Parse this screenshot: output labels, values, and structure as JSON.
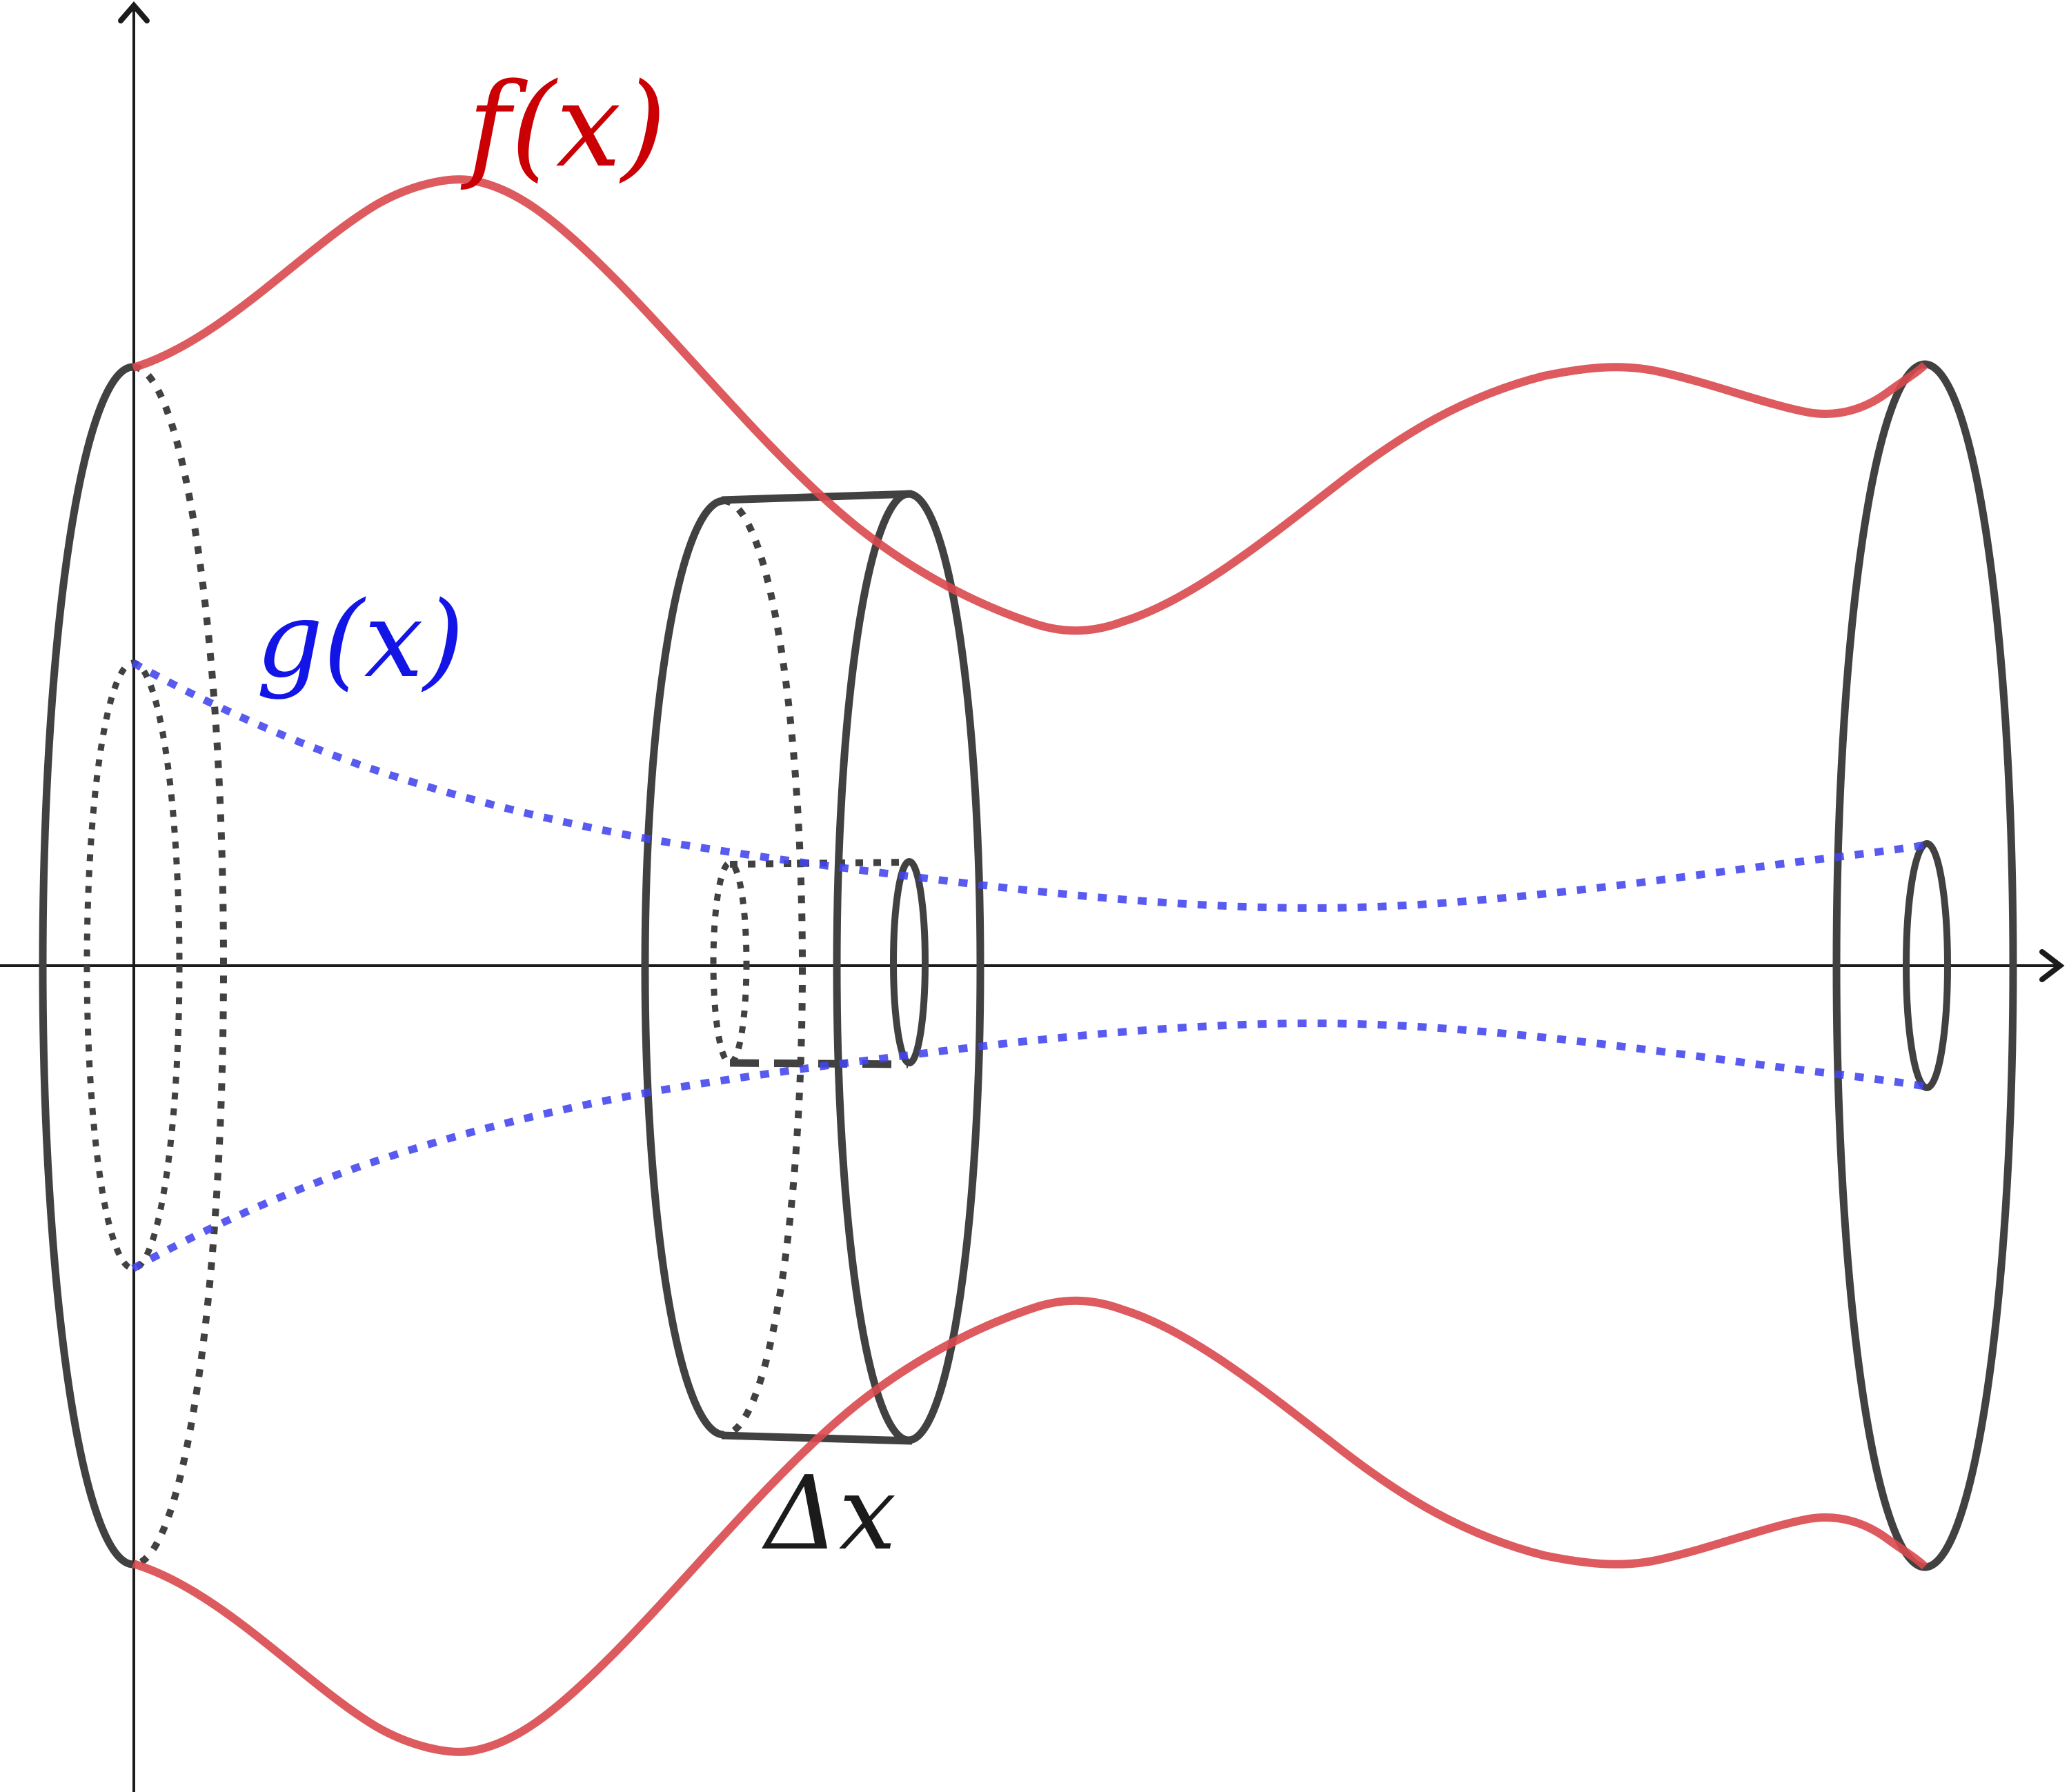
{
  "figure": {
    "title": "Solid of revolution washer-method diagram",
    "labels": {
      "f": "f(x)",
      "g": "g(x)",
      "dx": "Δx"
    },
    "colors": {
      "f_curve": "#d9484c",
      "f_label": "#cb0004",
      "g_curve": "#4244ee",
      "g_label": "#1315e6",
      "solid_outline": "#414141",
      "axis": "#1b1b1b",
      "background": "#ffffff"
    },
    "elements": {
      "x_axis": "horizontal axis through y=1400 with right arrowhead",
      "y_axis": "vertical axis at x=193 with top arrowhead",
      "outer_surface": "red curve f(x) revolved about x-axis (top and mirrored bottom profile)",
      "inner_surface": "blue dotted curve g(x) revolved about x-axis (top and mirrored bottom profile)",
      "left_end": "large ellipse at x=0: solid front half, dotted back half, with dotted inner hole ellipse",
      "right_end": "large solid ellipse with small solid inner hole ellipse",
      "washer_slab": "cylindrical washer of thickness Δx with outer cylinder and dotted inner hole cylinder"
    }
  }
}
